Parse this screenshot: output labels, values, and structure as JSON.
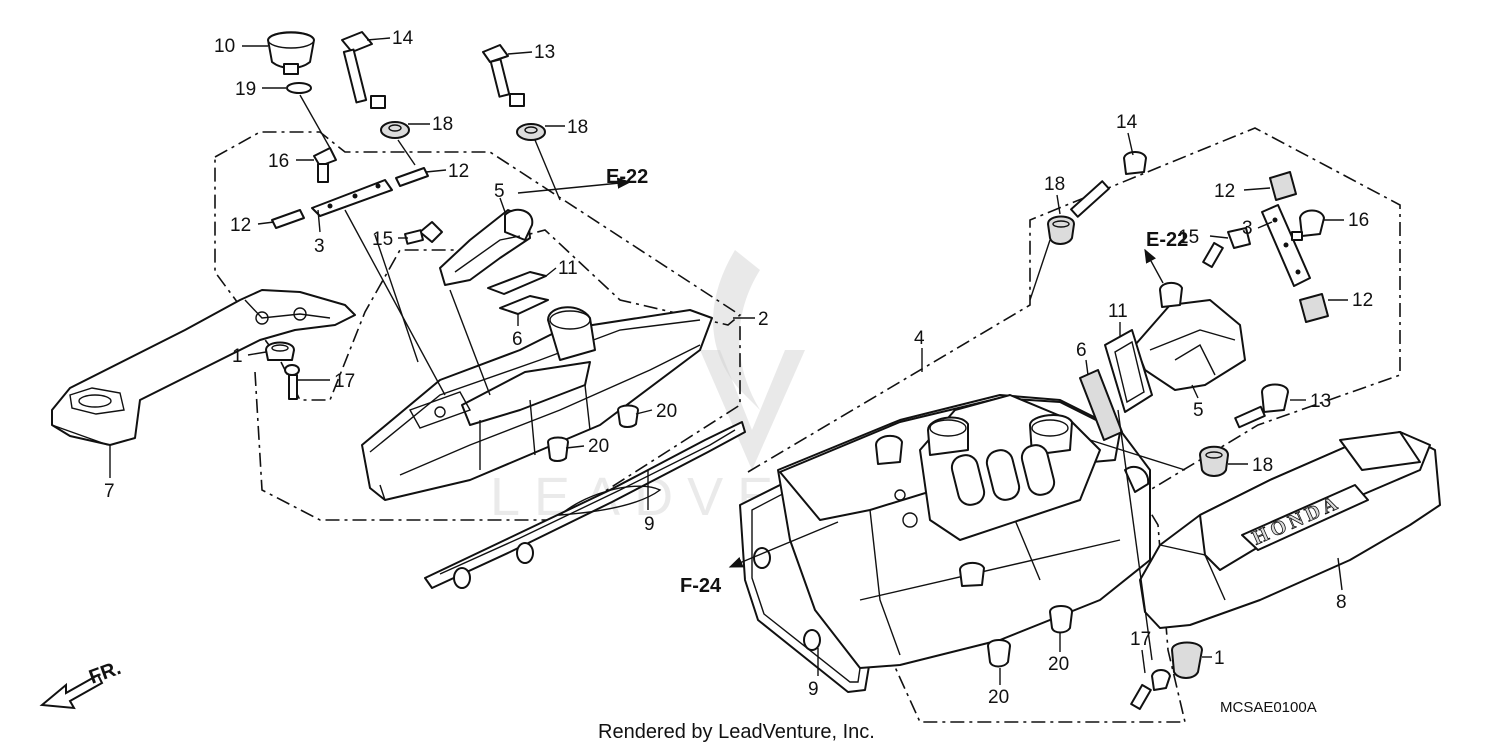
{
  "diagram": {
    "reference_labels": {
      "e22_left": "E-22",
      "e22_right": "E-22",
      "f24": "F-24",
      "front": "FR."
    },
    "diagram_code": "MCSAE0100A",
    "credit": "Rendered by LeadVenture, Inc.",
    "cover_brand": "HONDA",
    "watermark": "LEADVENTURE",
    "callouts": {
      "c10": "10",
      "c19": "19",
      "c14a": "14",
      "c18a": "18",
      "c13a": "13",
      "c18b": "18",
      "c16a": "16",
      "c12a": "12",
      "c12b": "12",
      "c3a": "3",
      "c15a": "15",
      "c5a": "5",
      "c11a": "11",
      "c6a": "6",
      "c2": "2",
      "c1a": "1",
      "c17a": "17",
      "c7": "7",
      "c20a": "20",
      "c20b": "20",
      "c9a": "9",
      "c14b": "14",
      "c18c": "18",
      "c12c": "12",
      "c3b": "3",
      "c16b": "16",
      "c15b": "15",
      "c12d": "12",
      "c11b": "11",
      "c6b": "6",
      "c4": "4",
      "c5b": "5",
      "c13b": "13",
      "c18d": "18",
      "c8": "8",
      "c9b": "9",
      "c20c": "20",
      "c20d": "20",
      "c17b": "17",
      "c1b": "1"
    }
  }
}
